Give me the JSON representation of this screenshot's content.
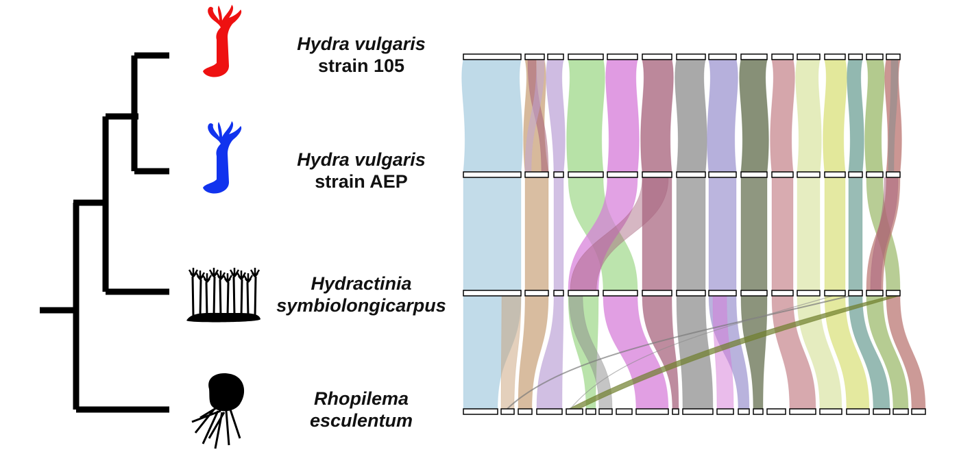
{
  "species": [
    {
      "line1": "Hydra vulgaris",
      "line2": "strain 105",
      "line2_italic": false,
      "silhouette": "hydra-icon",
      "color": "#ee1111"
    },
    {
      "line1": "Hydra vulgaris",
      "line2": "strain AEP",
      "line2_italic": false,
      "silhouette": "hydra-icon",
      "color": "#1133ee"
    },
    {
      "line1": "Hydractinia",
      "line2": "symbiolongicarpus",
      "line2_italic": true,
      "silhouette": "hydractinia-colony-icon",
      "color": "#000000"
    },
    {
      "line1": "Rhopilema",
      "line2": "esculentum",
      "line2_italic": true,
      "silhouette": "jellyfish-icon",
      "color": "#000000"
    }
  ],
  "ribbon_colors": [
    "#a9cde0",
    "#c9a27a",
    "#bfa6d8",
    "#9fd88a",
    "#d57ad8",
    "#a5607a",
    "#8c8c8c",
    "#9e96d0",
    "#5f6b4a",
    "#c7888f",
    "#dbe5a6",
    "#d9e07a",
    "#6ea096",
    "#9ab868",
    "#b9736f"
  ]
}
